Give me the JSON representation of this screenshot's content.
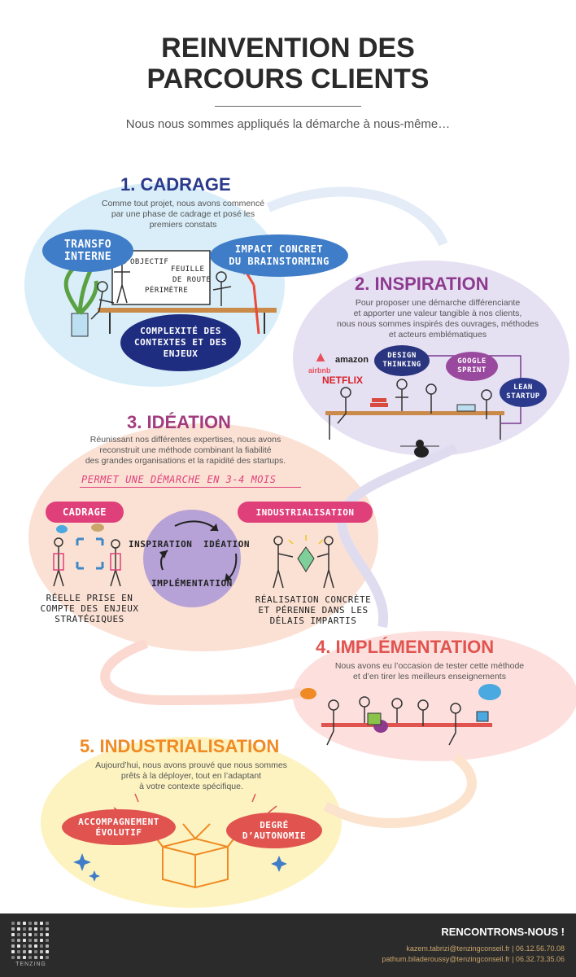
{
  "header": {
    "title_line1": "REINVENTION DES",
    "title_line2": "PARCOURS CLIENTS",
    "subtitle": "Nous nous sommes appliqués la démarche à nous-même…"
  },
  "colors": {
    "cadrage": "#2b3a8c",
    "inspiration": "#8e3b8f",
    "ideation": "#a23c7e",
    "implementation": "#e0534f",
    "industrialisation": "#f08a24",
    "blue_bubble": "#3f7dc8",
    "navy_bubble": "#1f2d80",
    "purple_pill": "#9a4a9e",
    "pink_pill": "#e0407a"
  },
  "sections": {
    "cadrage": {
      "title": "1. CADRAGE",
      "description": [
        "Comme tout projet, nous avons commencé",
        "par une phase de cadrage et posé les",
        "premiers constats"
      ],
      "bubbles": {
        "transfo": [
          "TRANSFO",
          "INTERNE"
        ],
        "impact": [
          "IMPACT CONCRET",
          "DU BRAINSTORMING"
        ],
        "complexite": [
          "COMPLEXITÉ DES",
          "CONTEXTES ET DES",
          "ENJEUX"
        ]
      },
      "board_labels": {
        "objectif": "OBJECTIF",
        "feuille": "FEUILLE",
        "route": "DE ROUTE",
        "perimetre": "PÉRIMÈTRE"
      }
    },
    "inspiration": {
      "title": "2. INSPIRATION",
      "description": [
        "Pour proposer une démarche différenciante",
        "et apporter une valeur tangible à nos clients,",
        "nous nous sommes inspirés des ouvrages, méthodes",
        "et acteurs emblématiques"
      ],
      "brands": {
        "airbnb": "airbnb",
        "amazon": "amazon",
        "netflix": "NETFLIX"
      },
      "pills": {
        "design": [
          "DESIGN",
          "THINKING"
        ],
        "google": [
          "GOOGLE",
          "SPRINT"
        ],
        "lean": [
          "LEAN",
          "STARTUP"
        ]
      }
    },
    "ideation": {
      "title": "3. IDÉATION",
      "description": [
        "Réunissant nos différentes expertises, nous avons",
        "reconstruit une méthode combinant la fiabilité",
        "des grandes organisations et la rapidité des startups."
      ],
      "permet": "PERMET UNE DÉMARCHE EN 3-4 MOIS",
      "pill_cadrage": "CADRAGE",
      "pill_industrialisation": "INDUSTRIALISATION",
      "cycle": {
        "inspiration": "INSPIRATION",
        "ideation": "IDÉATION",
        "implementation": "IMPLÉMENTATION"
      },
      "left_caption": [
        "RÉELLE PRISE EN",
        "COMPTE DES ENJEUX",
        "STRATÉGIQUES"
      ],
      "right_caption": [
        "RÉALISATION CONCRÈTE",
        "ET PÉRENNE DANS LES",
        "DÉLAIS IMPARTIS"
      ]
    },
    "implementation": {
      "title": "4. IMPLÉMENTATION",
      "description": [
        "Nous avons eu l’occasion de tester cette méthode",
        "et d’en tirer les meilleurs enseignements"
      ]
    },
    "industrialisation": {
      "title": "5. INDUSTRIALISATION",
      "description": [
        "Aujourd’hui, nous avons prouvé que nous sommes",
        "prêts à la déployer, tout en l’adaptant",
        "à votre contexte spécifique."
      ],
      "bubble_left": [
        "ACCOMPAGNEMENT",
        "ÉVOLUTIF"
      ],
      "bubble_right": [
        "DEGRÉ",
        "D’AUTONOMIE"
      ]
    }
  },
  "footer": {
    "logo_text": "TENZING",
    "title": "RENCONTRONS-NOUS !",
    "contact1": "kazem.tabrizi@tenzingconseil.fr  |  06.12.56.70.08",
    "contact2": "pathum.biladeroussy@tenzingconseil.fr  |  06.32.73.35.06"
  }
}
